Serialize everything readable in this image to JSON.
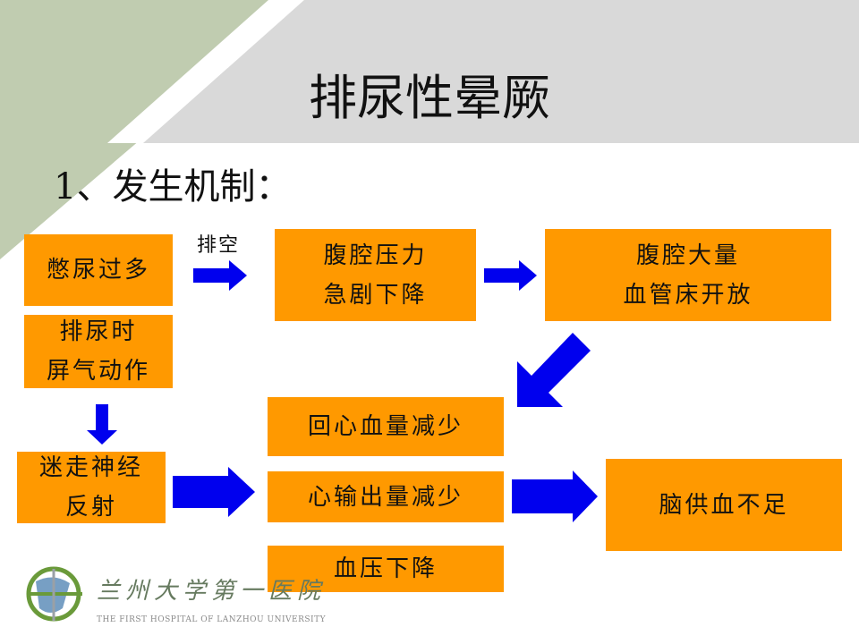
{
  "slide": {
    "title": "排尿性晕厥",
    "subtitle": "1、发生机制："
  },
  "flow": {
    "box_holding_urine": "憋尿过多",
    "box_breath_holding": "排尿时\n屏气动作",
    "label_emptying": "排空",
    "box_abdominal_pressure": "腹腔压力\n急剧下降",
    "box_vascular_bed": "腹腔大量\n血管床开放",
    "box_vagal_reflex": "迷走神经\n反射",
    "box_venous_return": "回心血量减少",
    "box_cardiac_output": "心输出量减少",
    "box_blood_pressure": "血压下降",
    "box_cerebral_blood": "脑供血不足"
  },
  "logo": {
    "name_cn": "兰州大学第一医院",
    "name_en": "THE FIRST HOSPITAL OF LANZHOU UNIVERSITY"
  },
  "colors": {
    "box_fill": "#ff9900",
    "arrow_fill": "#0000ee",
    "band_gray": "#d9d9d9",
    "band_green": "#c0ccb0"
  }
}
